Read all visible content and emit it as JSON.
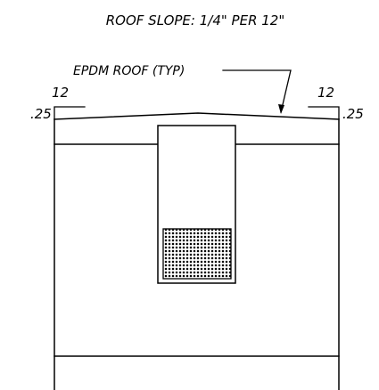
{
  "title": "ROOF SLOPE: 1/4\" PER 12\"",
  "callout": {
    "label": "EPDM ROOF (TYP)"
  },
  "slope_marks": {
    "left": {
      "run": "12",
      "rise": ".25"
    },
    "right": {
      "run": "12",
      "rise": ".25"
    }
  },
  "colors": {
    "line": "#000000",
    "background": "#ffffff"
  }
}
